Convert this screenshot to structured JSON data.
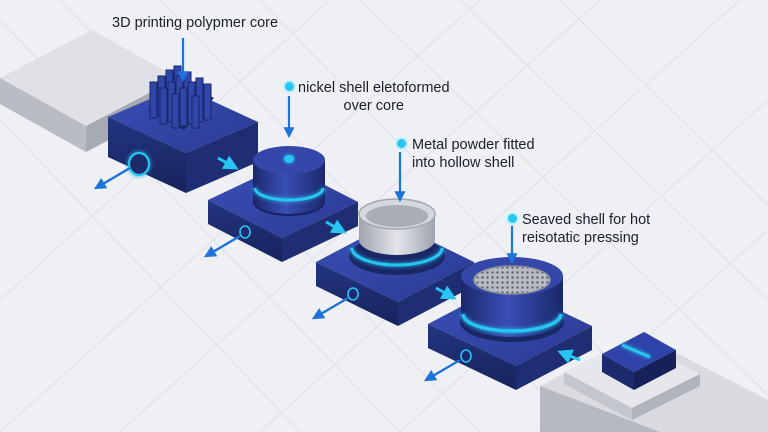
{
  "steps": [
    {
      "label": "3D printing polypmer core"
    },
    {
      "label": "nickel shell eletoformed\nover core"
    },
    {
      "label": "Metal powder fitted\ninto hollow shell"
    },
    {
      "label": "Seaved shell for hot\nreisotatic pressing"
    }
  ],
  "colors": {
    "background": "#eef0f4",
    "station_blue": "#2c3f9a",
    "station_dark": "#1c2a6e",
    "accent_blue": "#1e73d8",
    "glow_cyan": "#27c6f2",
    "steel_gray": "#c9ccd3"
  },
  "icons": [
    "down-arrow-icon",
    "right-arrow-icon",
    "down-left-arrow-icon",
    "status-dot-icon"
  ]
}
